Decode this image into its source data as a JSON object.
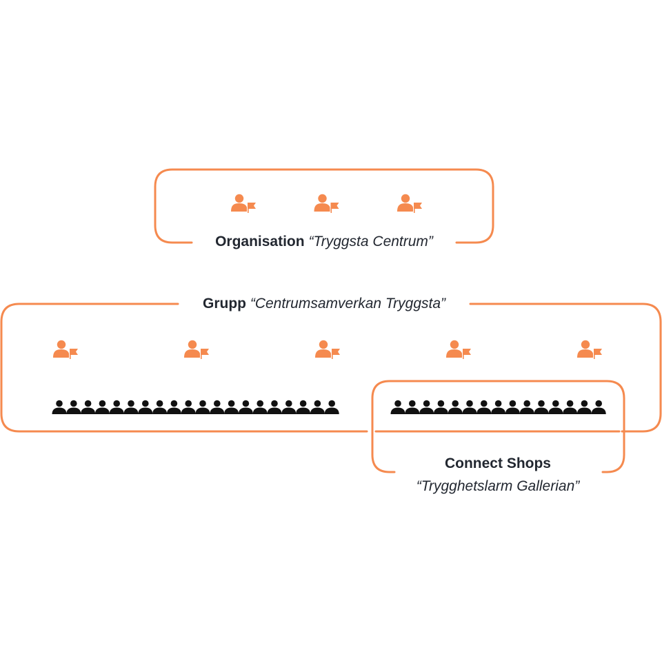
{
  "accent_color": "#f58a4f",
  "text_color": "#222730",
  "people_color": "#111111",
  "organisation": {
    "kind": "Organisation",
    "name": "“Tryggsta Centrum”",
    "admin_icon": "admin-user-flag-icon",
    "admin_count": 3
  },
  "group": {
    "kind": "Grupp",
    "name": "“Centrumsamverkan Tryggsta”",
    "admin_icon": "admin-user-flag-icon",
    "admin_count": 5,
    "member_icon": "person-icon",
    "member_count": 20
  },
  "connect_shops": {
    "kind": "Connect Shops",
    "name": "“Trygghetslarm Gallerian”",
    "member_icon": "person-icon",
    "member_count": 15
  }
}
